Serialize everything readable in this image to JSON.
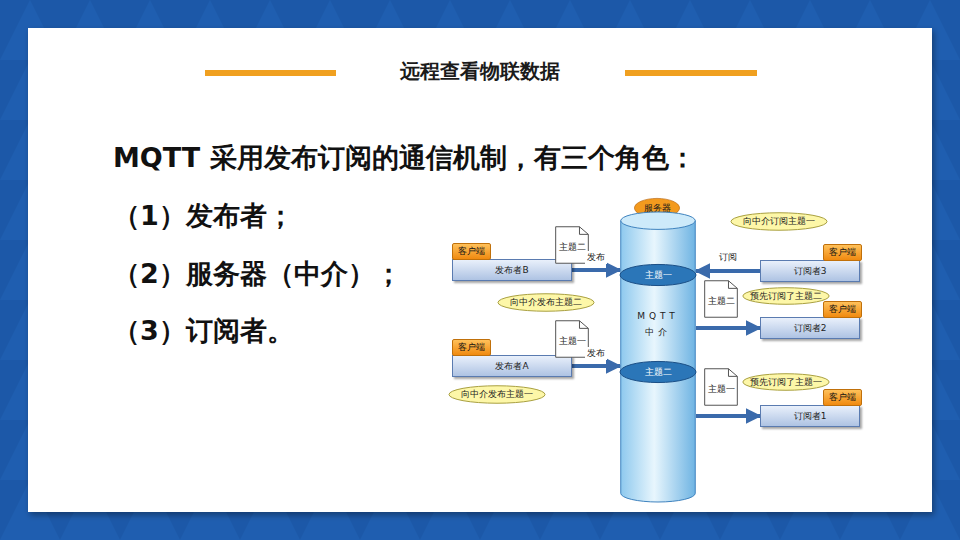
{
  "diagram": {
    "title": "远程查看物联数据",
    "nodes": [
      {
        "text": [
          "服务器"
        ]
      },
      {
        "text": [
          "MQTT 中介"
        ]
      },
      {
        "text": [
          "主题一"
        ],
        "in": 1
      },
      {
        "text": [
          "主题二"
        ],
        "in": 1
      },
      {
        "text": [
          "客户端",
          "发布者B"
        ]
      },
      {
        "text": [
          "主题二"
        ]
      },
      {
        "text": [
          "向中介发布主题二"
        ]
      },
      {
        "text": [
          "客户端",
          "发布者A"
        ]
      },
      {
        "text": [
          "主题一"
        ]
      },
      {
        "text": [
          "向中介发布主题一"
        ]
      },
      {
        "text": [
          "向中介订阅主题一"
        ]
      },
      {
        "text": [
          "客户端",
          "订阅者3"
        ]
      },
      {
        "text": [
          "主题二"
        ]
      },
      {
        "text": [
          "预先订阅了主题二"
        ]
      },
      {
        "text": [
          "客户端",
          "订阅者2"
        ]
      },
      {
        "text": [
          "主题一"
        ]
      },
      {
        "text": [
          "预先订阅了主题一"
        ]
      },
      {
        "text": [
          "客户端",
          "订阅者1"
        ]
      }
    ],
    "edges": [
      {
        "from": 4,
        "to": 1,
        "label": "发布",
        "arrow": "to"
      },
      {
        "from": 7,
        "to": 1,
        "label": "发布",
        "arrow": "to"
      },
      {
        "from": 11,
        "to": 1,
        "label": "订阅",
        "arrow": "to"
      },
      {
        "from": 1,
        "to": 14,
        "arrow": "to"
      },
      {
        "from": 1,
        "to": 17,
        "arrow": "to"
      }
    ],
    "labels": [
      "MQTT 采用发布订阅的通信机制，有三个角色：",
      "（1）发布者；",
      "（2）服务器（中介）；",
      "（3）订阅者。"
    ]
  }
}
